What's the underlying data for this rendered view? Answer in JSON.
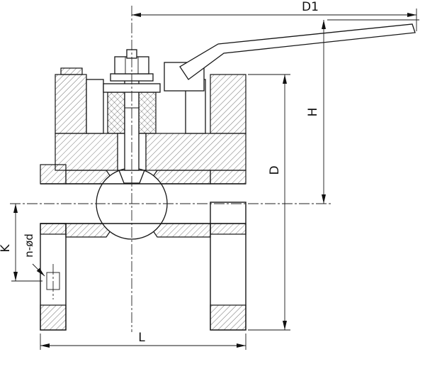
{
  "drawing": {
    "labels": {
      "d1": "D1",
      "h": "H",
      "d": "D",
      "l": "L",
      "k": "K",
      "n_od": "n-ød"
    },
    "colors": {
      "line": "#111111",
      "background": "#ffffff"
    }
  }
}
